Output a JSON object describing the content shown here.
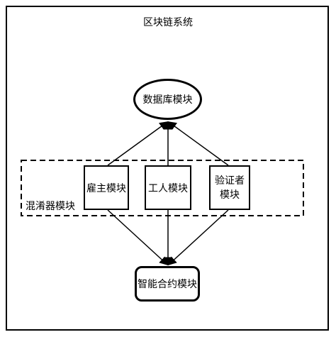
{
  "diagram": {
    "title": "区块链系统",
    "database": "数据库模块",
    "employer": "雇主模块",
    "worker": "工人模块",
    "verifier_line1": "验证者",
    "verifier_line2": "模块",
    "mixer": "混淆器模块",
    "smart_contract": "智能合约模块"
  }
}
